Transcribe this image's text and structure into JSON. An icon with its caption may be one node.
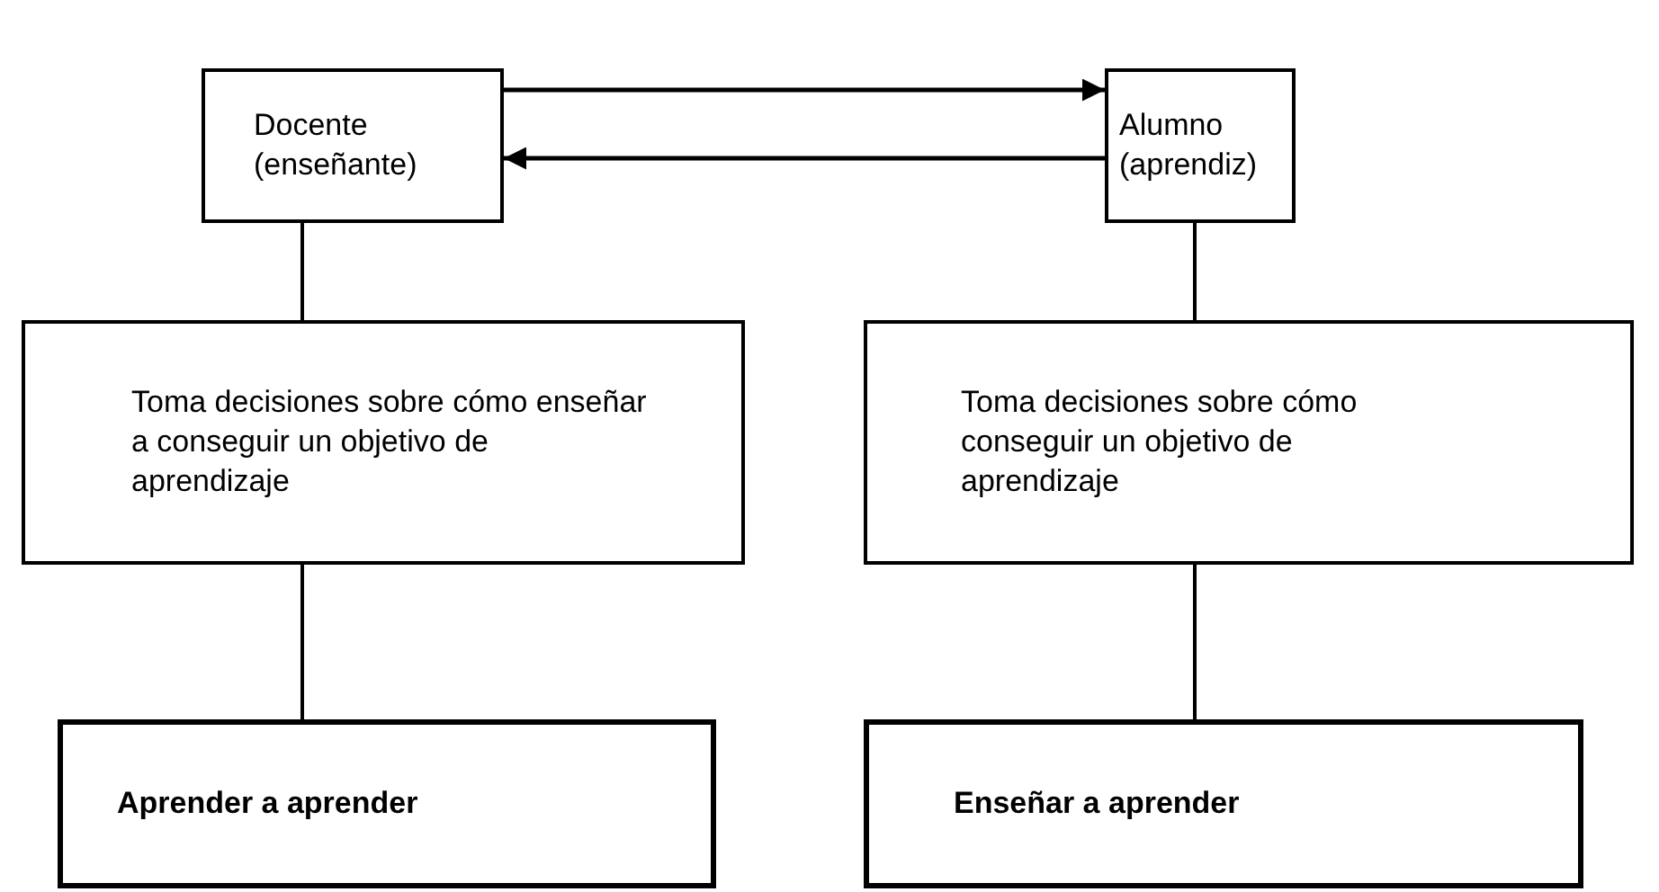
{
  "diagram": {
    "nodes": [
      {
        "text": [
          "Docente (enseñante)"
        ]
      },
      {
        "text": [
          "Alumno (aprendiz)"
        ]
      },
      {
        "text": [
          "Toma decisiones sobre cómo enseñar a conseguir un objetivo de aprendizaje"
        ]
      },
      {
        "text": [
          "Toma decisiones sobre cómo conseguir un objetivo de aprendizaje"
        ]
      },
      {
        "text": [
          "Aprender a aprender"
        ]
      },
      {
        "text": [
          "Enseñar a aprender"
        ]
      }
    ],
    "edges": [
      {
        "from": 0,
        "to": 1,
        "arrow": "to"
      },
      {
        "from": 1,
        "to": 0,
        "arrow": "to"
      },
      {
        "from": 0,
        "to": 2,
        "arrow": "none"
      },
      {
        "from": 1,
        "to": 3,
        "arrow": "none"
      },
      {
        "from": 2,
        "to": 4,
        "arrow": "none"
      },
      {
        "from": 3,
        "to": 5,
        "arrow": "none"
      }
    ]
  }
}
